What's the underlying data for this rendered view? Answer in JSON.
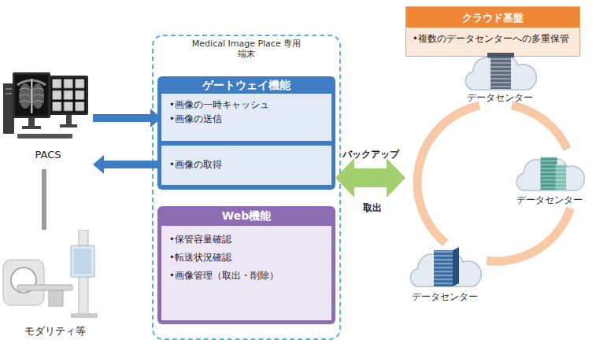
{
  "diagram": {
    "nodes": [
      {
        "text": [
          "Medical Image Place 専用端末"
        ]
      },
      {
        "text": [
          "ゲートウェイ機能"
        ],
        "in": 0
      },
      {
        "text": [
          "•画像の一時キャッシュ",
          "•画像の送信"
        ],
        "in": 1
      },
      {
        "text": [
          "•画像の取得"
        ],
        "in": 1
      },
      {
        "text": [
          "Web機能",
          "•保管容量確認",
          "•転送状況確認",
          "•画像管理（取出・削除）"
        ],
        "in": 0
      },
      {
        "text": [
          "クラウド基盤",
          "•複数のデータセンターへの多重保管"
        ]
      },
      {
        "text": [
          "PACS"
        ]
      },
      {
        "text": [
          "モダリティ等"
        ]
      },
      {
        "text": [
          "データセンター"
        ]
      },
      {
        "text": [
          "データセンター"
        ]
      },
      {
        "text": [
          "データセンター"
        ]
      }
    ],
    "edges": [
      {
        "from": 6,
        "to": 2,
        "arrow": "to"
      },
      {
        "from": 3,
        "to": 6,
        "arrow": "to"
      },
      {
        "from": 6,
        "to": 7,
        "arrow": "none"
      },
      {
        "from": 1,
        "to": 10,
        "arrow": "both",
        "label": "バックアップ"
      },
      {
        "from": 8,
        "to": 9,
        "arrow": "none"
      },
      {
        "from": 9,
        "to": 10,
        "arrow": "none"
      },
      {
        "from": 10,
        "to": 8,
        "arrow": "none"
      }
    ],
    "labels": [
      "取出"
    ]
  }
}
